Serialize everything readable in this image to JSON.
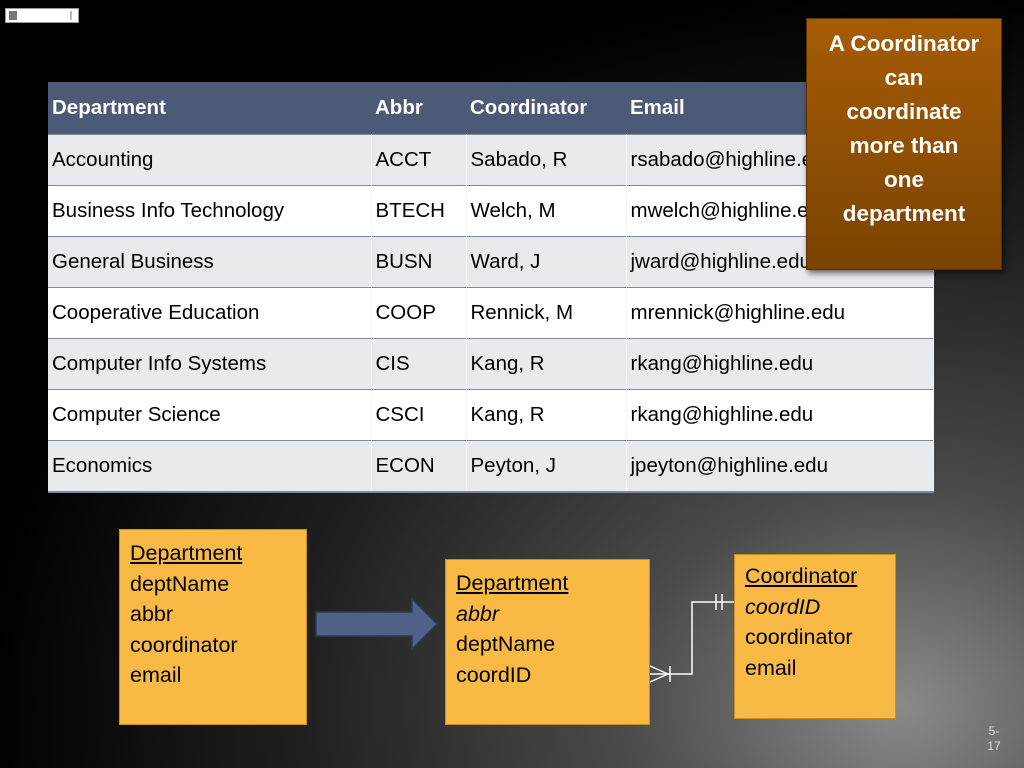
{
  "table": {
    "headers": [
      "Department",
      "Abbr",
      "Coordinator",
      "Email"
    ],
    "rows": [
      [
        "Accounting",
        "ACCT",
        "Sabado, R",
        "rsabado@highline.edu"
      ],
      [
        "Business Info Technology",
        "BTECH",
        "Welch, M",
        "mwelch@highline.edu"
      ],
      [
        "General Business",
        "BUSN",
        "Ward, J",
        "jward@highline.edu"
      ],
      [
        "Cooperative Education",
        "COOP",
        "Rennick, M",
        "mrennick@highline.edu"
      ],
      [
        "Computer Info Systems",
        "CIS",
        "Kang, R",
        "rkang@highline.edu"
      ],
      [
        "Computer Science",
        "CSCI",
        "Kang, R",
        "rkang@highline.edu"
      ],
      [
        "Economics",
        "ECON",
        "Peyton, J",
        "jpeyton@highline.edu"
      ]
    ]
  },
  "callout": {
    "lines": [
      "A Coordinator",
      "can",
      "coordinate",
      "more than",
      "one",
      "department"
    ]
  },
  "entity_before": {
    "name": "Department",
    "fields": [
      "deptName",
      "abbr",
      "coordinator",
      "email"
    ]
  },
  "entity_dept": {
    "name": "Department",
    "key": "abbr",
    "fields": [
      "deptName",
      "coordID"
    ]
  },
  "entity_coord": {
    "name": "Coordinator",
    "key": "coordID",
    "fields": [
      "coordinator",
      "email"
    ]
  },
  "page_number": {
    "line1": "5-",
    "line2": "17"
  },
  "colors": {
    "header_bg": "#4c5a77",
    "entity_fill": "#f8ba44",
    "callout_fill": "#8a4c04",
    "arrow_fill": "#4f6187"
  }
}
